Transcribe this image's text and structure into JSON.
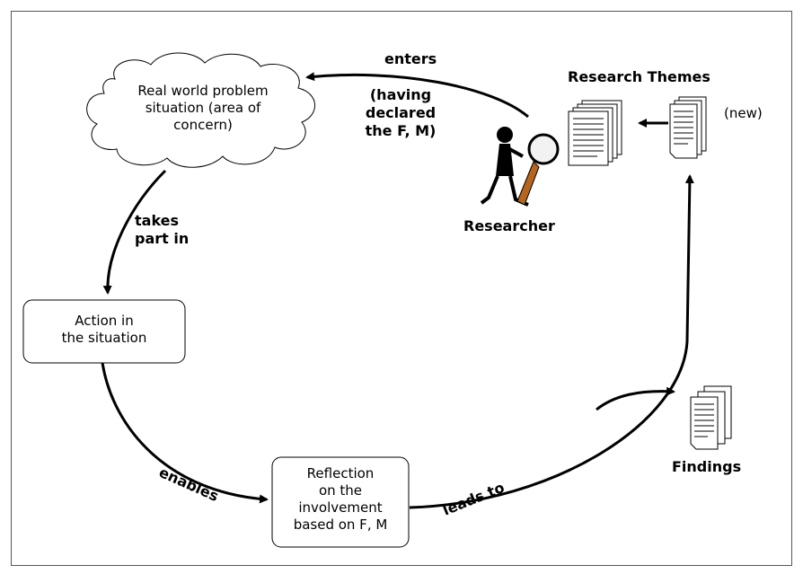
{
  "nodes": {
    "cloud": [
      "Real world problem",
      "situation (area of",
      "concern)"
    ],
    "action": [
      "Action in",
      "the situation"
    ],
    "reflection": [
      "Reflection",
      "on the",
      "involvement",
      "based on F, M"
    ],
    "researcher": "Researcher",
    "themes_title": "Research Themes",
    "themes_new": "(new)",
    "findings": "Findings"
  },
  "edges": {
    "enters": "enters",
    "having_declared": [
      "(having",
      "declared",
      "the F, M)"
    ],
    "takes_part_in": [
      "takes",
      "part in"
    ],
    "enables": "enables",
    "leads_to": "leads to"
  }
}
